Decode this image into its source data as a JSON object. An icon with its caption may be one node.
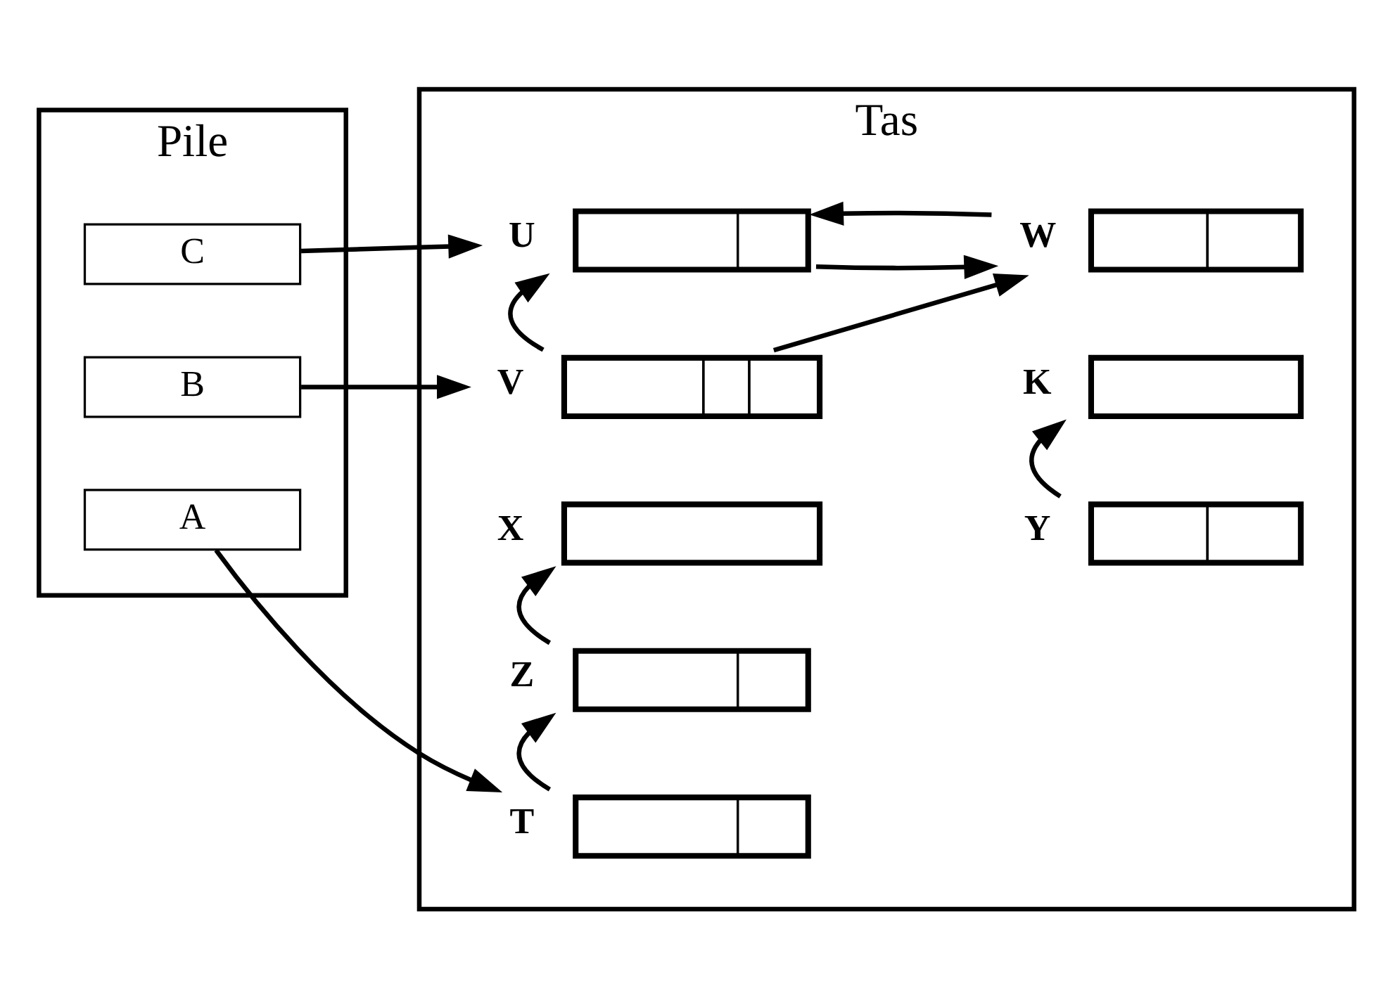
{
  "diagram": {
    "nodes": [
      {
        "text": [
          "Pile"
        ]
      },
      {
        "text": [
          "Tas"
        ]
      },
      {
        "text": [
          "C"
        ],
        "in": 0
      },
      {
        "text": [
          "B"
        ],
        "in": 0
      },
      {
        "text": [
          "A"
        ],
        "in": 0
      },
      {
        "text": [],
        "shape": "box",
        "beside": [
          "U"
        ],
        "in": 1
      },
      {
        "text": [],
        "shape": "box",
        "beside": [
          "W"
        ],
        "in": 1
      },
      {
        "text": [],
        "shape": "box",
        "beside": [
          "V"
        ],
        "in": 1
      },
      {
        "text": [],
        "shape": "box",
        "beside": [
          "Y"
        ],
        "in": 1
      },
      {
        "text": [],
        "shape": "box",
        "beside": [
          "T"
        ],
        "in": 1
      },
      {
        "text": [],
        "shape": "box",
        "beside": [
          "K"
        ],
        "in": 1
      },
      {
        "text": [],
        "shape": "box",
        "beside": [
          "Z"
        ],
        "in": 1
      },
      {
        "text": [],
        "shape": "box",
        "beside": [
          "X"
        ],
        "in": 1
      }
    ],
    "edges": [
      {
        "from": 2,
        "to": 5,
        "arrow": "to"
      },
      {
        "from": 3,
        "to": 7,
        "arrow": "to"
      },
      {
        "from": 4,
        "to": 9,
        "arrow": "to"
      },
      {
        "from": 5,
        "to": 6,
        "arrow": "to"
      },
      {
        "from": 6,
        "to": 5,
        "arrow": "to"
      },
      {
        "from": 7,
        "to": 5,
        "arrow": "to"
      },
      {
        "from": 7,
        "to": 6,
        "arrow": "to"
      },
      {
        "from": 9,
        "to": 11,
        "arrow": "to"
      },
      {
        "from": 11,
        "to": 12,
        "arrow": "to"
      },
      {
        "from": 8,
        "to": 10,
        "arrow": "to"
      }
    ]
  }
}
